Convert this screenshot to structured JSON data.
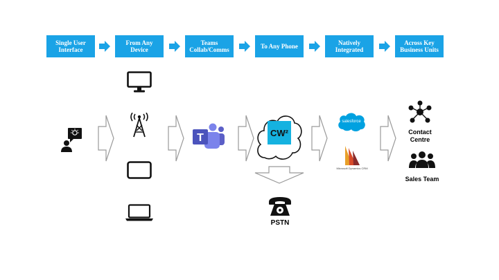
{
  "header_steps": [
    {
      "label": "Single User Interface"
    },
    {
      "label": "From Any Device"
    },
    {
      "label": "Teams Collab/Comms"
    },
    {
      "label": "To Any Phone"
    },
    {
      "label": "Natively Integrated"
    },
    {
      "label": "Across Key Business Units"
    }
  ],
  "center": {
    "logo_text": "CW²"
  },
  "pstn": {
    "label": "PSTN"
  },
  "integrations": {
    "salesforce_text": "salesforce",
    "dynamics_text": "Microsoft Dynamics CRM"
  },
  "units": {
    "contact_centre": "Contact Centre",
    "sales_team": "Sales Team"
  },
  "colors": {
    "accent": "#1aa3e6",
    "teams_purple": "#5b5fc7",
    "cw_cyan": "#15b2e0",
    "arrow_grey": "#9a9a9a"
  }
}
